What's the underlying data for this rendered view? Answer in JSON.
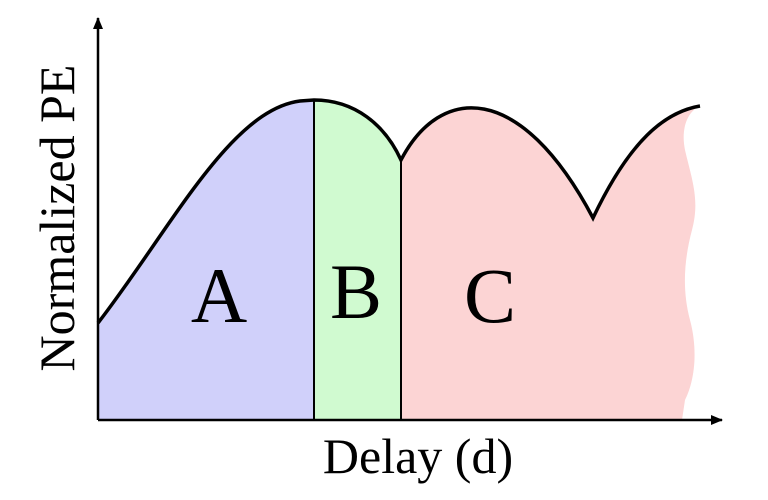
{
  "axes": {
    "x_label": "Delay (d)",
    "y_label": "Normalized PE"
  },
  "regions": [
    {
      "id": "A",
      "label": "A",
      "fill": "#d0d0fa"
    },
    {
      "id": "B",
      "label": "B",
      "fill": "#d0fad0"
    },
    {
      "id": "C",
      "label": "C",
      "fill": "#fcd4d4"
    }
  ],
  "colors": {
    "curve": "#000000",
    "axis": "#000000",
    "divider": "#000000"
  }
}
